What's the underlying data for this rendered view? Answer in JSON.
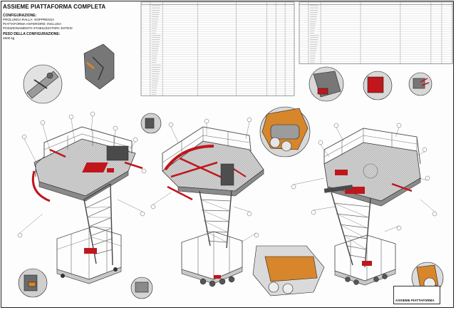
{
  "title": "ASSIEME PIATTAFORMA COMPLETA",
  "configuration": {
    "heading": "CONFIGURAZIONE:",
    "lines": [
      "PROLUNGA RALLA: SOPPRESSA",
      "PIATTAFORMA ANTERIORE: INCLUSA",
      "POSIZIONAMENTO STABILIZZATORI: ESTESI"
    ]
  },
  "weight": {
    "heading": "PESO DELLA CONFIGURAZIONE:",
    "value": "4600 kg"
  },
  "title_block": {
    "title": "ASSIEME PIATTAFORMA"
  },
  "colors": {
    "structure_gray": "#c9c9c9",
    "dark_steel": "#5a5a5a",
    "red_parts": "#c0161c",
    "orange_parts": "#d8862b",
    "line": "#222222"
  }
}
